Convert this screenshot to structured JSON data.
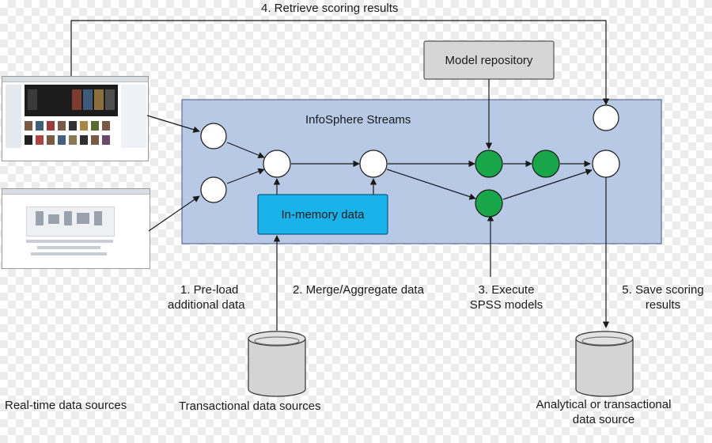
{
  "diagram": {
    "container_label": "InfoSphere Streams",
    "model_repository": "Model repository",
    "in_memory": "In-memory data",
    "steps": {
      "step1_line1": "1. Pre-load",
      "step1_line2": "additional data",
      "step2": "2. Merge/Aggregate data",
      "step3_line1": "3. Execute",
      "step3_line2": "SPSS models",
      "step4": "4. Retrieve scoring results",
      "step5_line1": "5. Save scoring",
      "step5_line2": "results"
    },
    "sources": {
      "realtime": "Real-time data sources",
      "transactional": "Transactional data sources",
      "analytical_line1": "Analytical or transactional",
      "analytical_line2": "data source"
    },
    "colors": {
      "container_fill": "#b8c9e6",
      "model_box_fill": "#d6d6d6",
      "memory_box_fill": "#19b3ea",
      "green_node": "#19a64a",
      "white_node": "#ffffff"
    }
  }
}
